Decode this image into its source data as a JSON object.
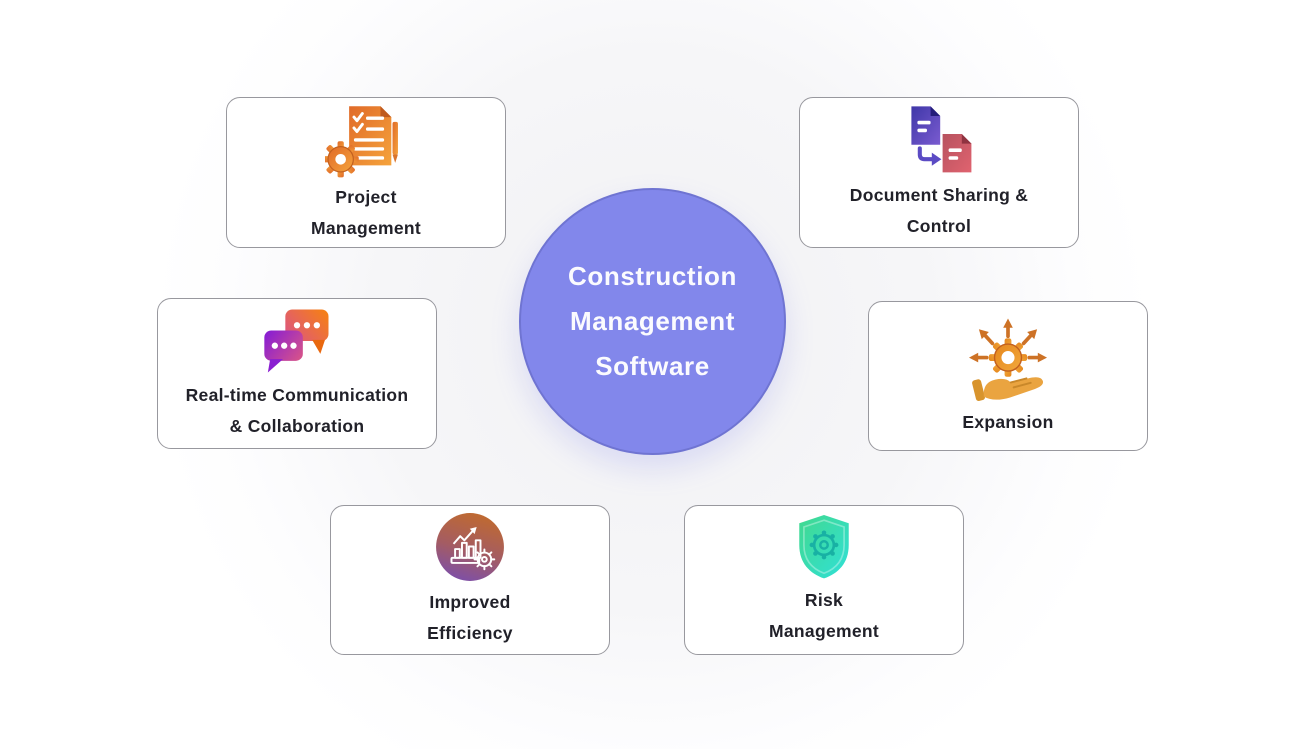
{
  "center": {
    "lines": [
      "Construction",
      "Management",
      "Software"
    ],
    "fill_color": "#8287eb",
    "border_color": "#6f74d2",
    "text_color": "#fbfbfe"
  },
  "cards": [
    {
      "name": "project-management",
      "icon": "clipboard-checklist-gear-icon",
      "lines": [
        "Project",
        "Management"
      ]
    },
    {
      "name": "document-sharing-control",
      "icon": "document-transfer-icon",
      "lines": [
        "Document Sharing &",
        "Control"
      ]
    },
    {
      "name": "realtime-communication-collaboration",
      "icon": "chat-bubbles-icon",
      "lines": [
        "Real-time Communication",
        "& Collaboration"
      ]
    },
    {
      "name": "expansion",
      "icon": "hand-gear-arrows-icon",
      "lines": [
        "Expansion"
      ]
    },
    {
      "name": "improved-efficiency",
      "icon": "growth-chart-gear-badge-icon",
      "lines": [
        "Improved",
        "Efficiency"
      ]
    },
    {
      "name": "risk-management",
      "icon": "shield-gear-icon",
      "lines": [
        "Risk",
        "Management"
      ]
    }
  ],
  "colors": {
    "card_border": "#98989e",
    "label_text": "#212129",
    "background_halo": "#f1f1f4",
    "accent_orange": "#ee8434",
    "doc_purple": "#4f46b8",
    "doc_red": "#d9565f",
    "chat_purple": "#8a1fd1",
    "chat_orange": "#f57f17",
    "shield_teal": "#38dcb6",
    "shield_gear_teal": "#18b1a4",
    "efficiency_orange": "#c06a2f",
    "efficiency_purple": "#7d4fa8",
    "hand_gold": "#eaa440"
  }
}
